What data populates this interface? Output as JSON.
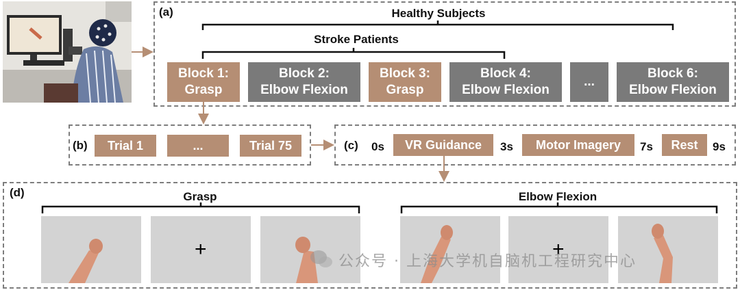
{
  "panels": {
    "a": "(a)",
    "b": "(b)",
    "c": "(c)",
    "d": "(d)"
  },
  "braces": {
    "healthy": "Healthy Subjects",
    "stroke": "Stroke Patients",
    "grasp": "Grasp",
    "elbow": "Elbow Flexion"
  },
  "blocks": [
    {
      "label": "Block 1:\nGrasp",
      "color": "#b58e74"
    },
    {
      "label": "Block 2:\nElbow Flexion",
      "color": "#7a7a7a"
    },
    {
      "label": "Block 3:\nGrasp",
      "color": "#b58e74"
    },
    {
      "label": "Block 4:\nElbow Flexion",
      "color": "#7a7a7a"
    },
    {
      "label": "...",
      "color": "#7a7a7a"
    },
    {
      "label": "Block 6:\nElbow Flexion",
      "color": "#7a7a7a"
    }
  ],
  "trials": [
    "Trial 1",
    "...",
    "Trial 75"
  ],
  "timeline": {
    "t0": "0s",
    "phase1": "VR Guidance",
    "t1": "3s",
    "phase2": "Motor Imagery",
    "t2": "7s",
    "phase3": "Rest",
    "t3": "9s"
  },
  "frames": {
    "fixation": "+"
  },
  "watermark": "公众号 · 上海大学机自脑机工程研究中心",
  "colors": {
    "accent_brown": "#b58e74",
    "block_grey": "#7a7a7a",
    "frame_bg": "#d3d3d3",
    "skin": "#d9967a"
  }
}
